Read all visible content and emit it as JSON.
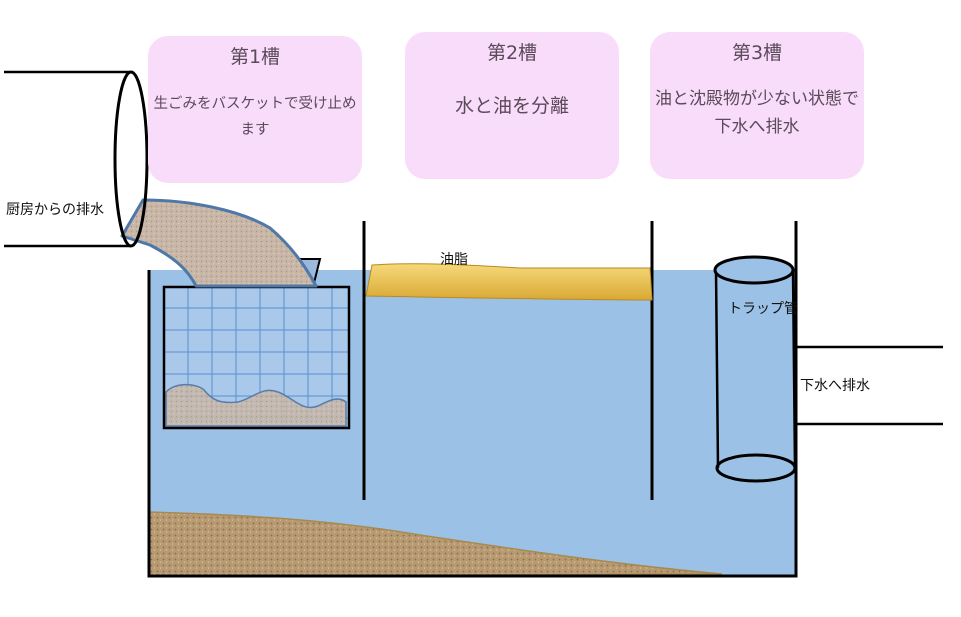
{
  "tanks": [
    {
      "title": "第1槽",
      "desc": "生ごみをバスケットで受け止めます"
    },
    {
      "title": "第2槽",
      "desc": "水と油を分離"
    },
    {
      "title": "第3槽",
      "desc": "油と沈殿物が少ない状態で下水へ排水"
    }
  ],
  "labels": {
    "inflow": "厨房からの排水",
    "oil": "油脂",
    "trap": "トラップ管",
    "outflow": "下水へ排水"
  },
  "colors": {
    "box": "#f9dcf9",
    "water": "#9cc1e6",
    "oil": "#f1c95a",
    "sediment": "#b89a72",
    "pipe_stroke": "#000000",
    "debris": "#c8b6a6"
  }
}
